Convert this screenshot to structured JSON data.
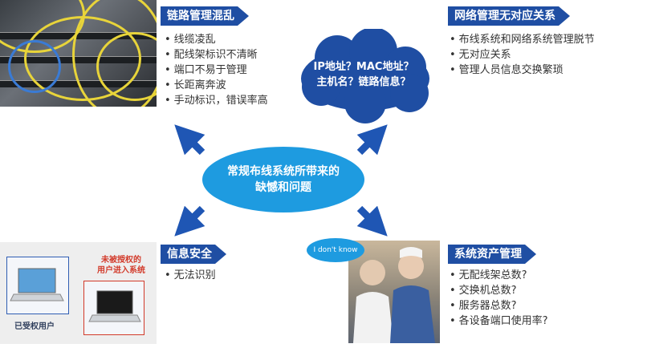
{
  "colors": {
    "tag_bg": "#1f4ea3",
    "ellipse": "#1e9be0",
    "cloud": "#1f4ea3",
    "arrow": "#1f56b4",
    "caption_red": "#d23a2a"
  },
  "center": {
    "line1": "常规布线系统所带来的",
    "line2": "缺憾和问题"
  },
  "top_left": {
    "title": "链路管理混乱",
    "items": [
      "线缆凌乱",
      "配线架标识不清晰",
      "端口不易于管理",
      "长距离奔波",
      "手动标识，错误率高"
    ]
  },
  "top_right": {
    "title": "网络管理无对应关系",
    "items": [
      "布线系统和网络系统管理脱节",
      "无对应关系",
      "管理人员信息交换繁琐"
    ]
  },
  "cloud": {
    "line1": "IP地址？MAC地址？",
    "line2": "主机名？链路信息？"
  },
  "bottom_left": {
    "title": "信息安全",
    "items": [
      "无法识别"
    ],
    "authorized_caption": "已受权用户",
    "unauthorized_caption_1": "未被授权的",
    "unauthorized_caption_2": "用户进入系统"
  },
  "bottom_right": {
    "title": "系统资产管理",
    "items": [
      "无配线架总数?",
      "交换机总数?",
      "服务器总数?",
      "各设备端口使用率?"
    ],
    "bubble": "I don't know"
  }
}
